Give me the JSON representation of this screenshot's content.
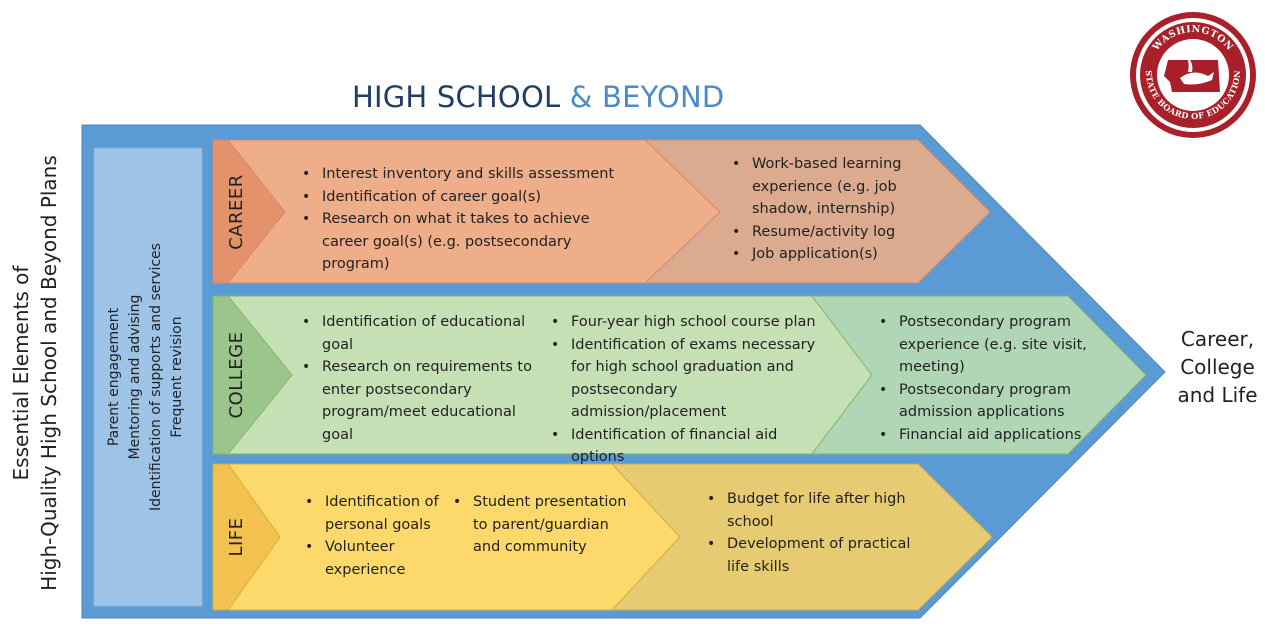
{
  "title": {
    "part1": "HIGH SCHOOL",
    "amp": "&",
    "part2": "BEYOND"
  },
  "left_axis_lines": [
    "Essential Elements of",
    "High-Quality High School and Beyond Plans"
  ],
  "supports": [
    "Parent engagement",
    "Mentoring and advising",
    "Identification of supports and services",
    "Frequent revision"
  ],
  "lanes": {
    "career": {
      "label": "CAREER",
      "stage1": [
        "Interest inventory and skills assessment",
        "Identification of career goal(s)",
        "Research on what it takes to achieve career goal(s) (e.g. postsecondary program)"
      ],
      "stage2": [
        "Work-based learning experience (e.g. job shadow, internship)",
        "Resume/activity log",
        "Job application(s)"
      ]
    },
    "college": {
      "label": "COLLEGE",
      "stage1a": [
        "Identification of educational goal",
        "Research on requirements to enter postsecondary program/meet educational goal"
      ],
      "stage1b": [
        "Four-year high school course plan",
        "Identification of exams necessary for high school graduation and postsecondary admission/placement",
        "Identification of financial aid options"
      ],
      "stage2": [
        "Postsecondary program experience (e.g. site visit, meeting)",
        "Postsecondary program admission applications",
        "Financial aid applications"
      ]
    },
    "life": {
      "label": "LIFE",
      "stage1a": [
        "Identification of personal goals",
        "Volunteer experience"
      ],
      "stage1b": [
        "Student presentation to parent/guardian and community"
      ],
      "stage2": [
        "Budget for life after high school",
        "Development of practical life skills"
      ]
    }
  },
  "end_label": "Career, College and Life",
  "seal": {
    "top_text": "WASHINGTON",
    "bottom_text": "STATE BOARD OF EDUCATION"
  },
  "colors": {
    "frame": "#5b9bd5",
    "support_box": "#9dc3e6",
    "career_dark": "#e4926b",
    "career_light": "#eeae8a",
    "career_mid": "#dcab8f",
    "college_dark": "#9bc58a",
    "college_light": "#c5e0b4",
    "college_mid": "#b0d6b5",
    "life_dark": "#f3c14f",
    "life_light": "#fdd96b",
    "life_mid": "#e6cb73",
    "seal_red": "#a8202a"
  }
}
